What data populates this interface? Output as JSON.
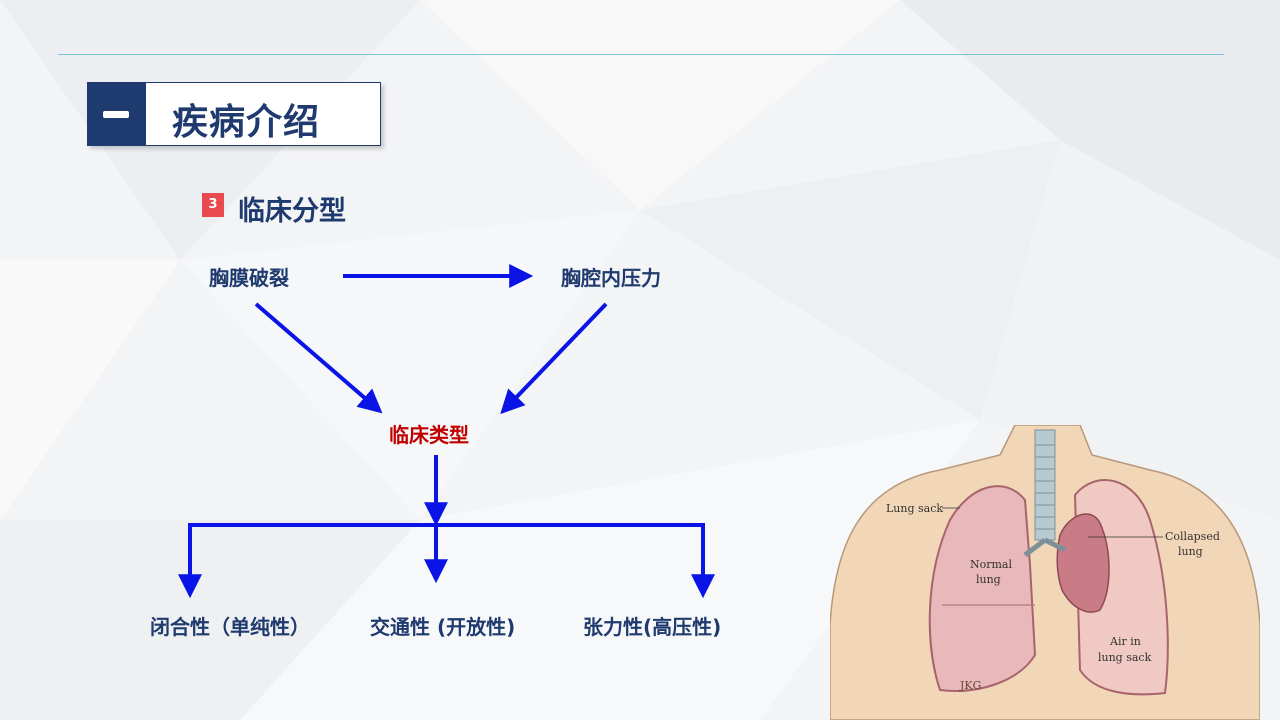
{
  "header": {
    "section_title": "疾病介绍"
  },
  "subsection": {
    "number": "3",
    "title": "临床分型"
  },
  "diagram": {
    "nodes": {
      "pleura_rupture": "胸膜破裂",
      "intrapleural_pressure": "胸腔内压力",
      "clinical_type": "临床类型",
      "closed": "闭合性（单纯性）",
      "communicating": "交通性 (开放性)",
      "tension": "张力性(高压性)"
    },
    "arrow_color": "#0a14e6",
    "highlight_color": "#c00000"
  },
  "illustration": {
    "labels": {
      "lung_sack": "Lung sack",
      "collapsed_lung": [
        "Collapsed",
        "lung"
      ],
      "normal_lung": [
        "Normal",
        "lung"
      ],
      "air_in_lung_sack": [
        "Air in",
        "lung sack"
      ],
      "signature": "JKG"
    }
  },
  "colors": {
    "primary": "#1f3a6e",
    "badge": "#e84a4f",
    "rule": "#7fc4d6"
  }
}
